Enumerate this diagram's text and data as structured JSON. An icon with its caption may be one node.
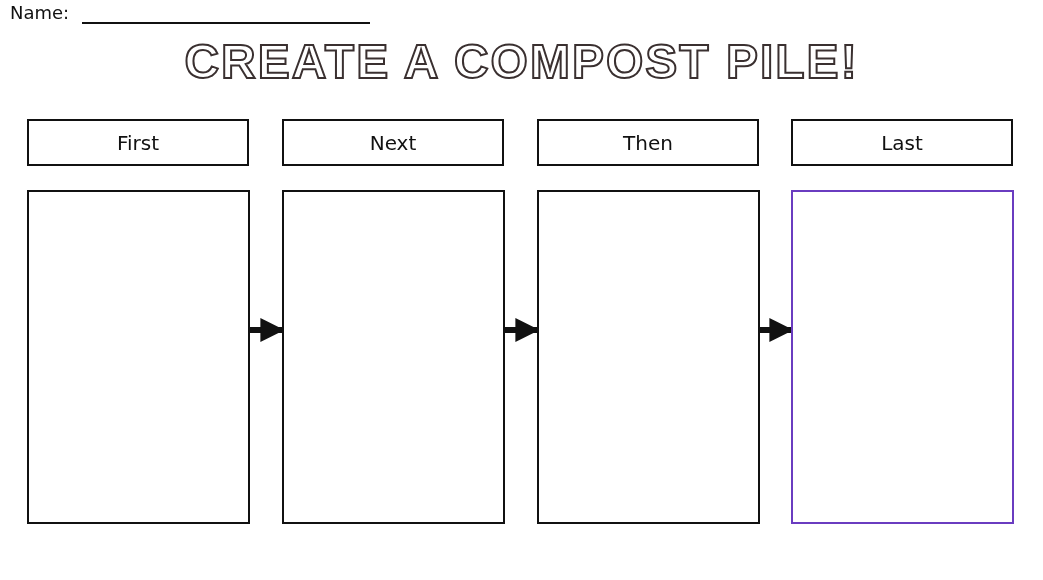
{
  "diagram": {
    "title": "CREATE A COMPOST PILE!",
    "nodes": [
      {
        "text": [
          "First"
        ]
      },
      {
        "text": [
          "Next"
        ]
      },
      {
        "text": [
          "Then"
        ]
      },
      {
        "text": [
          "Last"
        ]
      },
      {
        "text": [],
        "shape": "box"
      },
      {
        "text": [],
        "shape": "box"
      },
      {
        "text": [],
        "shape": "box"
      },
      {
        "text": [],
        "shape": "box"
      }
    ],
    "edges": [
      {
        "from": 4,
        "to": 5,
        "arrow": "to"
      },
      {
        "from": 5,
        "to": 6,
        "arrow": "to"
      },
      {
        "from": 6,
        "to": 7,
        "arrow": "to"
      }
    ],
    "labels": [
      "Name:"
    ]
  }
}
